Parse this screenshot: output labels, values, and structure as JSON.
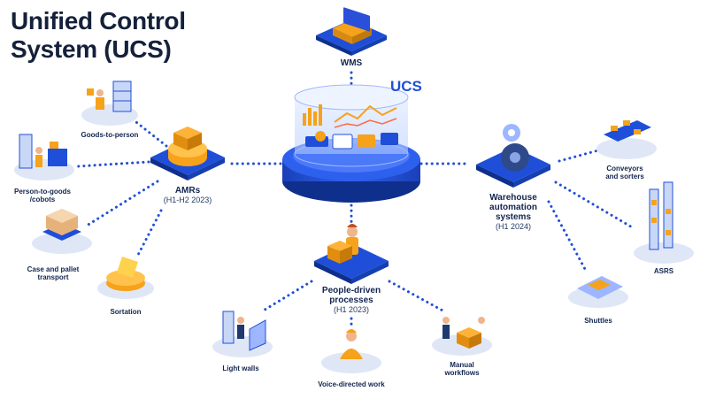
{
  "title": {
    "line1": "Unified Control",
    "line2": "System (UCS)"
  },
  "center": {
    "name": "UCS"
  },
  "wms": {
    "name": "WMS"
  },
  "hubs": {
    "amrs": {
      "name": "AMRs",
      "timeline": "(H1-H2 2023)"
    },
    "warehouse": {
      "name_line1": "Warehouse",
      "name_line2": "automation",
      "name_line3": "systems",
      "timeline": "(H1 2024)"
    },
    "people": {
      "name_line1": "People-driven",
      "name_line2": "processes",
      "timeline": "(H1 2023)"
    }
  },
  "leaves": {
    "goods_to_person": "Goods-to-person",
    "person_to_goods_line1": "Person-to-goods",
    "person_to_goods_line2": "/cobots",
    "case_pallet_line1": "Case and pallet",
    "case_pallet_line2": "transport",
    "sortation": "Sortation",
    "conveyors_line1": "Conveyors",
    "conveyors_line2": "and sorters",
    "asrs": "ASRS",
    "shuttles": "Shuttles",
    "light_walls": "Light walls",
    "voice_directed": "Voice-directed work",
    "manual_line1": "Manual",
    "manual_line2": "workflows"
  },
  "colors": {
    "brand_blue": "#1f4fd8",
    "dark_blue": "#0f2f8c",
    "orange": "#f6a21a",
    "connector": "#1f4fd8",
    "text": "#12254f"
  }
}
